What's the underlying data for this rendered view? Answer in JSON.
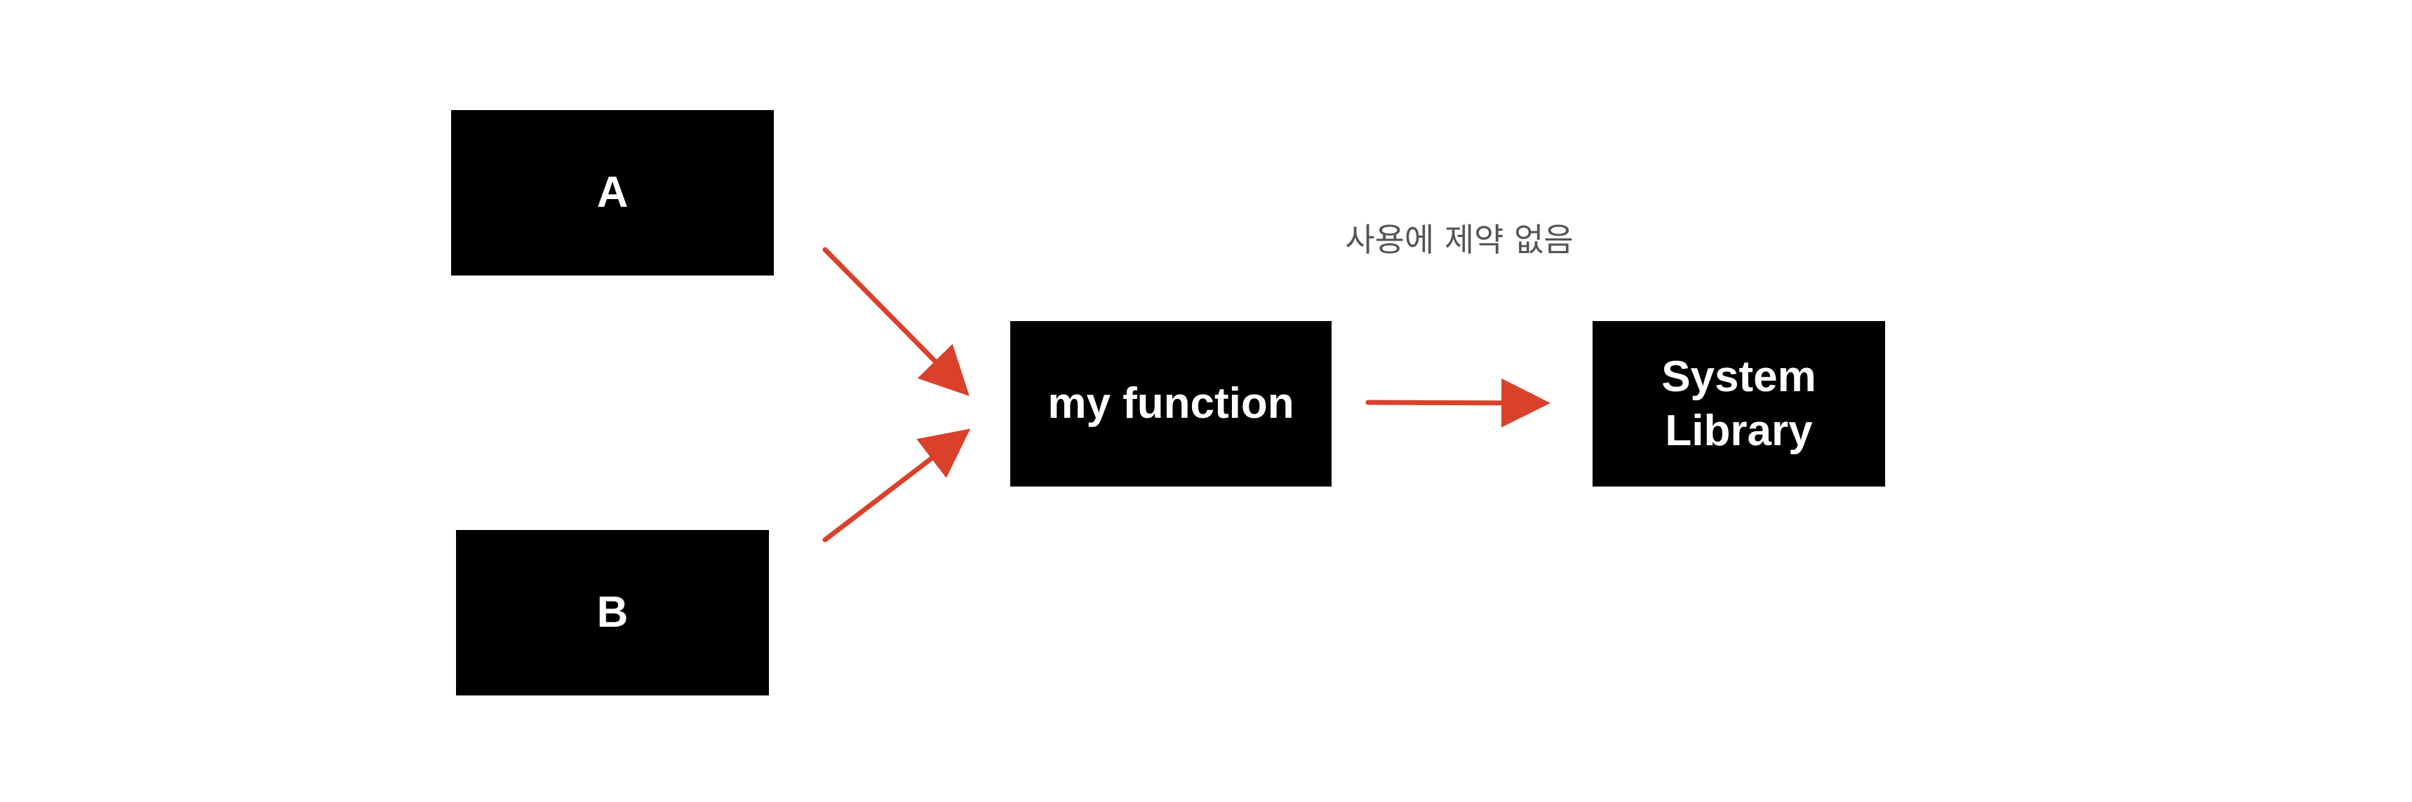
{
  "diagram": {
    "nodes": {
      "a": "A",
      "b": "B",
      "function": "my function",
      "library": "System\nLibrary"
    },
    "annotation": "사용에 제약 없음",
    "edges": [
      {
        "from": "A",
        "to": "my function"
      },
      {
        "from": "B",
        "to": "my function"
      },
      {
        "from": "my function",
        "to": "System Library"
      }
    ],
    "colors": {
      "node_fill": "#000000",
      "node_text": "#ffffff",
      "arrow": "#d9412b",
      "annotation_text": "#555555"
    }
  }
}
